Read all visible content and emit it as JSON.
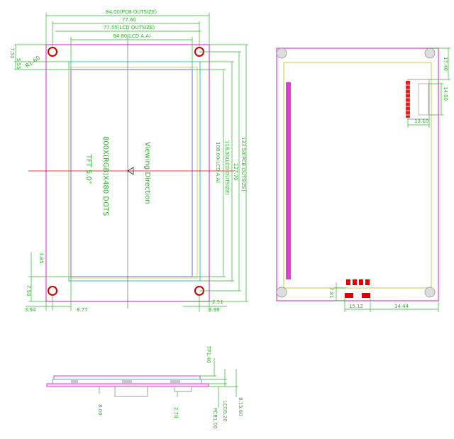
{
  "colors": {
    "dim": "#2bb32b",
    "pcb": "#e23dd6",
    "lcd": "#2ec3c3",
    "aa": "#6a6af0",
    "gray": "#8a8a8a",
    "hole": "#cc0000",
    "connector": "#e00000",
    "strip": "#e23dd6",
    "outline": "#c9c94a",
    "black": "#000000"
  },
  "front": {
    "pcb_outsize": "84.00(PCB OUTSIZE)",
    "hole_span": "77.60",
    "lcd_outsize": "77.55(LCD OUTSIZE)",
    "lcd_aa": "64.80(LCD A.A)",
    "radius": "R1.60",
    "top_offset_1": "7.50",
    "top_offset_2": "5.55",
    "bottom_offset_1": "3.85",
    "bottom_offset_2": "7.50",
    "left_1": "3.94",
    "left_2": "8.77",
    "right_1": "2.51",
    "right_2": "3.98",
    "height_aa": "108.00(LCD A.A)",
    "height_lcd": "118.50(LCD OUTSIZE)",
    "height_holes": "127.70",
    "height_pcb": "133.50(PCB OUTSIZE)",
    "viewing": "Viewing Direction",
    "resolution": "800X(RGB)X480  DOTS",
    "tft": "TFT 5.0\""
  },
  "back": {
    "dim_17": "17.40",
    "dim_14": "14.00",
    "dim_13": "13.10",
    "dim_781": "7.81",
    "dim_1512": "15.12",
    "dim_3444": "34.44"
  },
  "side": {
    "tp": "TP1.40",
    "lcd": "LCD5.20",
    "total": "8.15.60",
    "pcb": "PCB1.00",
    "dim_800": "8.00",
    "dim_270": "2.70"
  }
}
